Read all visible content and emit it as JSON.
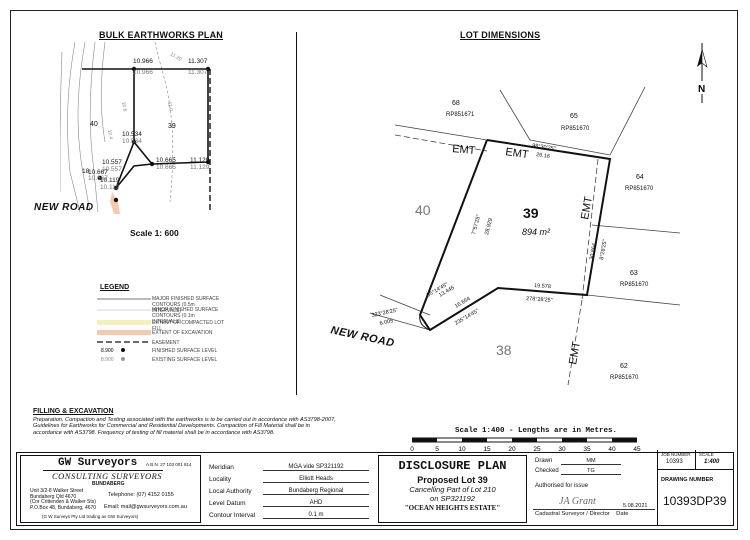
{
  "bulk": {
    "title": "BULK EARTHWORKS PLAN",
    "scale": "Scale 1: 600",
    "new_road": "NEW ROAD",
    "lot_left": "40",
    "lot_right": "39",
    "levels": {
      "l1a": "10.966",
      "l1b": "10.966",
      "l2a": "11.307",
      "l2b": "11.307",
      "l3a": "10.534",
      "l3b": "10.534",
      "l4a": "10.665",
      "l4b": "10.665",
      "l5a": "11.129",
      "l5b": "11.129",
      "l6a": "10.557",
      "l6b": "10.557",
      "l7a": "10.119",
      "l7b": "10.119",
      "l8a": "10.667",
      "l8b": "10.667",
      "n18": "18",
      "c1": "10.4",
      "c2": "10.6",
      "c3": "11.0",
      "c4": "11.20"
    }
  },
  "legend": {
    "title": "LEGEND",
    "items": [
      "MAJOR FINISHED SURFACE CONTOURS (0.5m INTERVALS)",
      "MINOR FINISHED SURFACE CONTOURS (0.1m INTERVALS)",
      "EXTENT OF COMPACTED LOT FILL",
      "EXTENT OF EXCAVATION",
      "EASEMENT",
      "FINISHED SURFACE LEVEL",
      "EXISTING SURFACE LEVEL"
    ],
    "sample_fsl": "8.900",
    "sample_esl": "8.900"
  },
  "fill": {
    "title": "FILLING & EXCAVATION",
    "text": "Preparation, Compaction and Testing associated with the earthworks is to be carried out in accordance with AS3798-2007, Guidelines for Earthworks for Commercial and Residential Developments. Compaction of Fill Material shall be in accordance with AS3798. Frequency of testing of fill material shall be in accordance with AS3798."
  },
  "lot": {
    "title": "LOT DIMENSIONS",
    "north": "N",
    "lot_number": "39",
    "area": "894 m²",
    "emt1": "EMT",
    "emt2": "EMT",
    "emt3": "EMT",
    "emt4": "EMT",
    "lot40": "40",
    "lot38": "38",
    "new_road": "NEW ROAD",
    "lot68": "68",
    "rp68": "RP851671",
    "lot65": "65",
    "rp65": "RP851670",
    "lot64": "64",
    "rp64": "RP851670",
    "lot63": "63",
    "rp63": "RP851670",
    "lot62": "62",
    "rp62": "RP851670",
    "d_top_b": "98°30'25\"",
    "d_top_d": "26.16",
    "d_left_b": "7°57'25\"",
    "d_left_d": "28.929",
    "d_right_b": "8°28'25\"",
    "d_right_d": "30.864",
    "d_bot_b": "278°28'25\"",
    "d_bot_d": "19.578",
    "d_sw_b": "235°14'45\"",
    "d_sw_d": "16.654",
    "d_w_b": "55°14'45\"",
    "d_w_d": "13.446",
    "d_arc_b": "323°28'25\"",
    "d_arc_d": "6.005",
    "scale_text": "Scale 1:400 - Lengths are in Metres.",
    "scale_ticks": [
      "0",
      "5",
      "10",
      "15",
      "20",
      "25",
      "30",
      "35",
      "40",
      "45"
    ]
  },
  "company": {
    "name": "GW Surveyors",
    "abn": "A.B.N. 27 103 001 814",
    "tagline": "CONSULTING  SURVEYORS",
    "city": "BUNDABERG",
    "addr1": "Unit 3/2-8 Walker Street",
    "addr2": "Bundaberg Qld 4670",
    "addr3": "(Cnr Crittenden & Walker Sts)",
    "addr4": "P.O.Box 48, Bundaberg, 4670",
    "phone": "Telephone: (07) 4152 0155",
    "email": "Email: mail@gwsurveyors.com.au",
    "trading": "(G W Surveys Pty Ltd trading as GW Surveyors)"
  },
  "info": {
    "rows": [
      {
        "label": "Meridian",
        "value": "MGA  vide  SP321192"
      },
      {
        "label": "Locality",
        "value": "Elliott Heads"
      },
      {
        "label": "Local Authority",
        "value": "Bundaberg Regional"
      },
      {
        "label": "Level Datum",
        "value": "AHD"
      },
      {
        "label": "Contour Interval",
        "value": "0.1 m"
      }
    ]
  },
  "plan": {
    "heading": "DISCLOSURE PLAN",
    "sub1": "Proposed Lot 39",
    "sub2": "Cancelling Part of Lot 210",
    "sub3": "on SP321192",
    "estate": "\"OCEAN HEIGHTS ESTATE\""
  },
  "sign": {
    "drawn_label": "Drawn",
    "drawn_val": "MM",
    "checked_label": "Checked",
    "checked_val": "TG",
    "auth": "Authorised for issue",
    "signature": "JA Grant",
    "date": "5.08.2021",
    "role": "Cadastral Surveyor / Director    Date"
  },
  "job": {
    "job_label": "JOB NUMBER",
    "job_val": "10393",
    "scale_label": "SCALE",
    "scale_val": "1:400",
    "draw_label": "DRAWING NUMBER",
    "draw_val": "10393DP39"
  }
}
